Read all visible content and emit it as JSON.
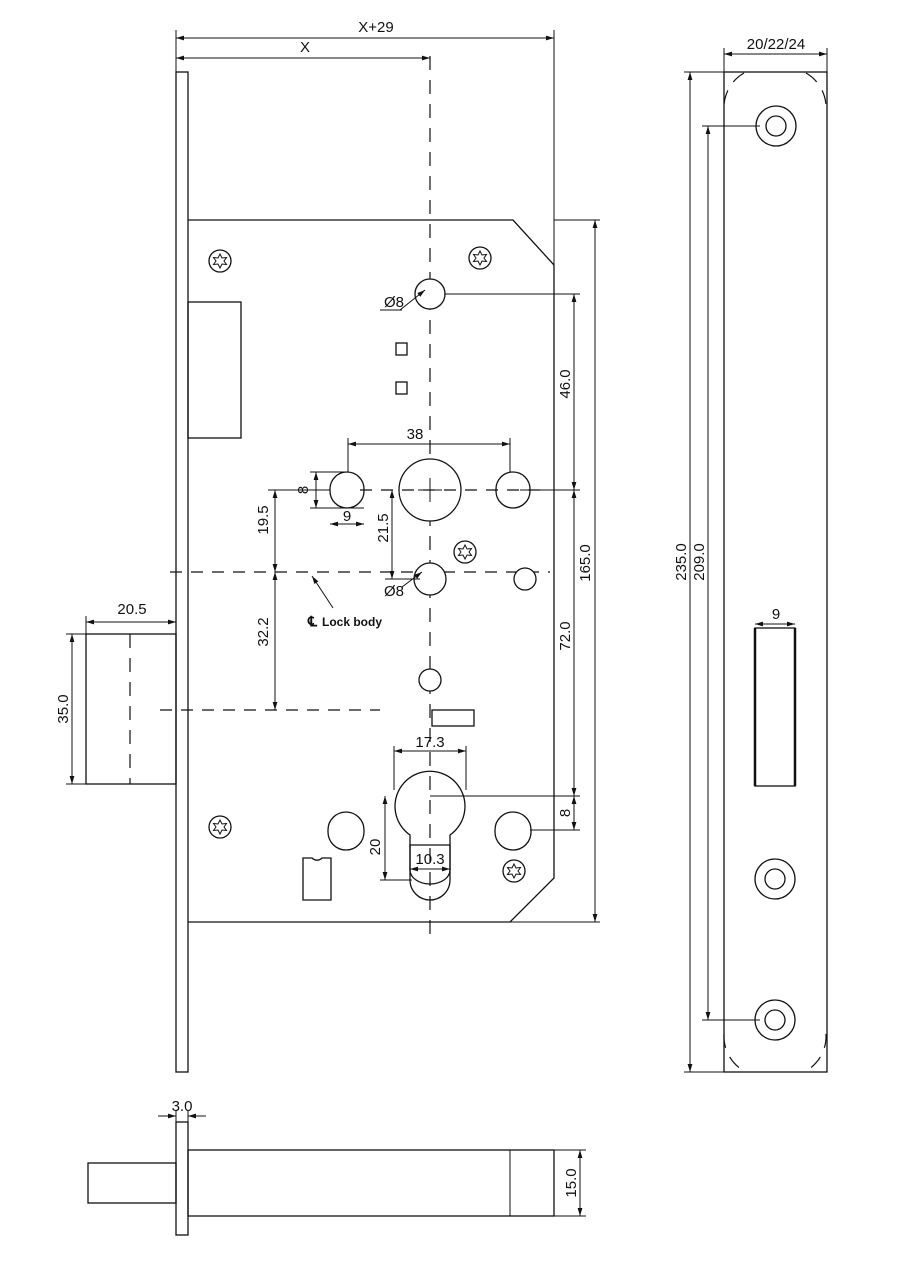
{
  "dimensions": {
    "total_width": "X+29",
    "backset": "X",
    "faceplate_thickness_range": "20/22/24",
    "hole_dia_top": "Ø8",
    "hole_dia_mid": "Ø8",
    "spacing_38": "38",
    "hole_8": "8",
    "hole_9": "9",
    "offset_19_5": "19.5",
    "offset_21_5": "21.5",
    "offset_46": "46.0",
    "height_165": "165.0",
    "offset_72": "72.0",
    "offset_32_2": "32.2",
    "latch_projection": "20.5",
    "latch_height": "35.0",
    "cyl_width": "17.3",
    "cyl_narrow": "10.3",
    "cyl_height": "20",
    "cyl_offset_8": "8",
    "faceplate_235": "235.0",
    "faceplate_209": "209.0",
    "slot_width": "9",
    "thickness_3": "3.0",
    "bolt_15": "15.0"
  },
  "labels": {
    "centerline_symbol": "℄",
    "centerline": "Lock body"
  }
}
